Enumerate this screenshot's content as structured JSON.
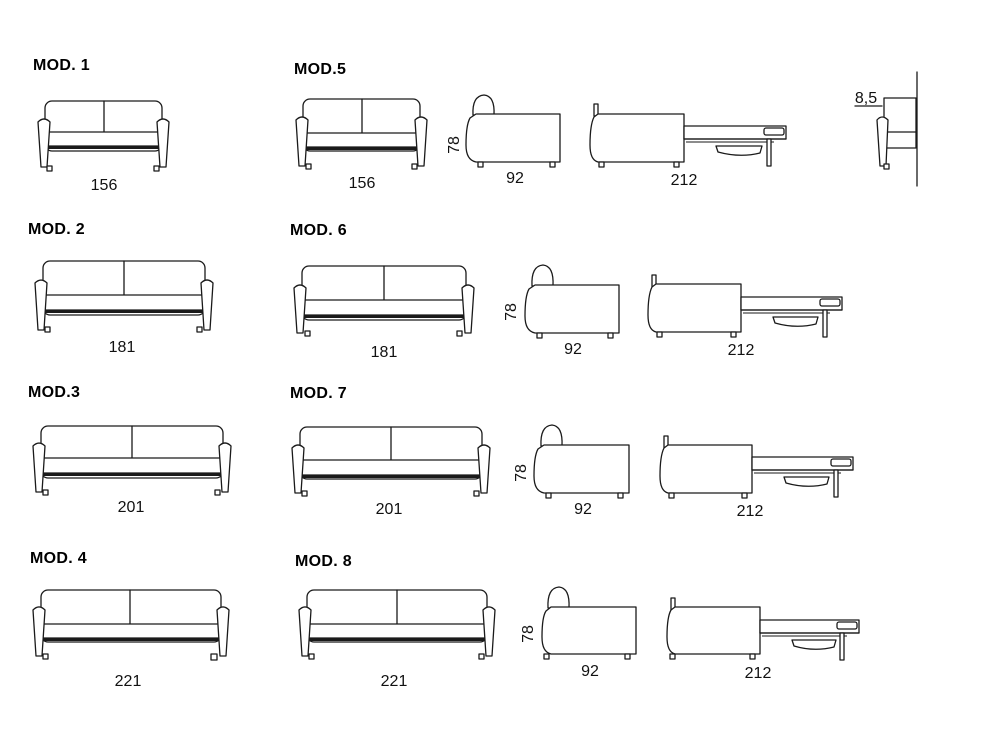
{
  "rows": [
    {
      "front": {
        "title": "MOD. 1",
        "width": "156"
      },
      "variant": {
        "title": "MOD.5",
        "front_width": "156",
        "side_height": "78",
        "side_depth": "92",
        "open_length": "212"
      }
    },
    {
      "front": {
        "title": "MOD. 2",
        "width": "181"
      },
      "variant": {
        "title": "MOD. 6",
        "front_width": "181",
        "side_height": "78",
        "side_depth": "92",
        "open_length": "212"
      }
    },
    {
      "front": {
        "title": "MOD.3",
        "width": "201"
      },
      "variant": {
        "title": "MOD. 7",
        "front_width": "201",
        "side_height": "78",
        "side_depth": "92",
        "open_length": "212"
      }
    },
    {
      "front": {
        "title": "MOD. 4",
        "width": "221"
      },
      "variant": {
        "title": "MOD. 8",
        "front_width": "221",
        "side_height": "78",
        "side_depth": "92",
        "open_length": "212"
      }
    }
  ],
  "detail": {
    "label": "8,5"
  }
}
